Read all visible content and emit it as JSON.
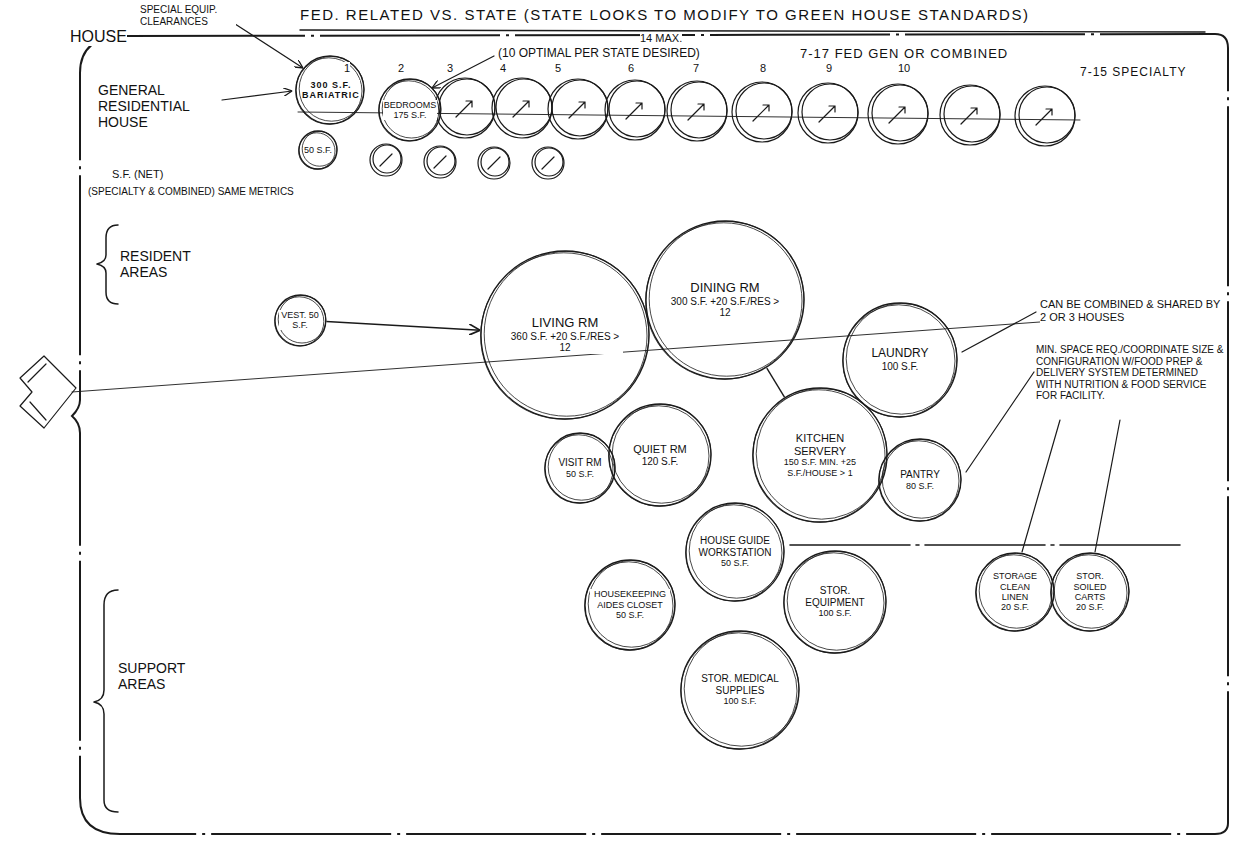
{
  "diagram": {
    "title": "FED. RELATED VS. STATE (STATE LOOKS TO MODIFY TO GREEN HOUSE STANDARDS)",
    "nodes": [
      {
        "text": [
          "HOUSE"
        ]
      },
      {
        "text": [
          "300 S.F. BARIATRIC"
        ],
        "in": 0
      },
      {
        "text": [
          "BEDROOMS 175 S.F."
        ],
        "in": 0
      },
      {
        "text": [
          "50 S.F."
        ],
        "in": 0
      },
      {
        "text": [
          "VEST. 50 S.F."
        ],
        "in": 0
      },
      {
        "text": [
          "LIVING RM",
          "360 S.F. +20 S.F./RES > 12"
        ],
        "in": 0
      },
      {
        "text": [
          "DINING RM",
          "300 S.F. +20 S.F./RES > 12"
        ],
        "in": 0
      },
      {
        "text": [
          "LAUNDRY",
          "100 S.F."
        ],
        "in": 0
      },
      {
        "text": [
          "VISIT RM",
          "50 S.F."
        ],
        "in": 0
      },
      {
        "text": [
          "QUIET RM",
          "120 S.F."
        ],
        "in": 0
      },
      {
        "text": [
          "KITCHEN SERVERY",
          "150 S.F. MIN. +25 S.F./HOUSE > 1"
        ],
        "in": 0
      },
      {
        "text": [
          "PANTRY",
          "80 S.F."
        ],
        "in": 0
      },
      {
        "text": [
          "HOUSE GUIDE WORKSTATION",
          "50 S.F."
        ],
        "in": 0
      },
      {
        "text": [
          "HOUSEKEEPING AIDES CLOSET",
          "50 S.F."
        ],
        "in": 0
      },
      {
        "text": [
          "STOR. EQUIPMENT",
          "100 S.F."
        ],
        "in": 0
      },
      {
        "text": [
          "STOR. MEDICAL SUPPLIES",
          "100 S.F."
        ],
        "in": 0
      },
      {
        "text": [
          "STORAGE CLEAN LINEN",
          "20 S.F."
        ],
        "in": 0
      },
      {
        "text": [
          "STOR. SOILED CARTS",
          "20 S.F."
        ],
        "in": 0
      }
    ],
    "edges": [
      {
        "from": 4,
        "to": 5,
        "arrow": "to"
      },
      {
        "from": 6,
        "to": 10,
        "arrow": "none"
      }
    ],
    "labels": [
      "SPECIAL EQUIP. CLEARANCES",
      "14 MAX.",
      "(10 OPTIMAL PER STATE DESIRED)",
      "7-17 FED GEN OR COMBINED",
      "1",
      "2",
      "3",
      "4",
      "5",
      "6",
      "7",
      "8",
      "9",
      "10",
      "7-15 SPECIALTY",
      "GENERAL RESIDENTIAL HOUSE",
      "S.F. (NET)",
      "(SPECIALTY & COMBINED) SAME METRICS",
      "RESIDENT AREAS",
      "CAN BE COMBINED & SHARED BY 2 OR 3 HOUSES",
      "MIN. SPACE REQ./COORDINATE SIZE & CONFIGURATION W/FOOD PREP & DELIVERY SYSTEM DETERMINED WITH NUTRITION & FOOD SERVICE FOR FACILITY.",
      "SUPPORT AREAS"
    ]
  }
}
